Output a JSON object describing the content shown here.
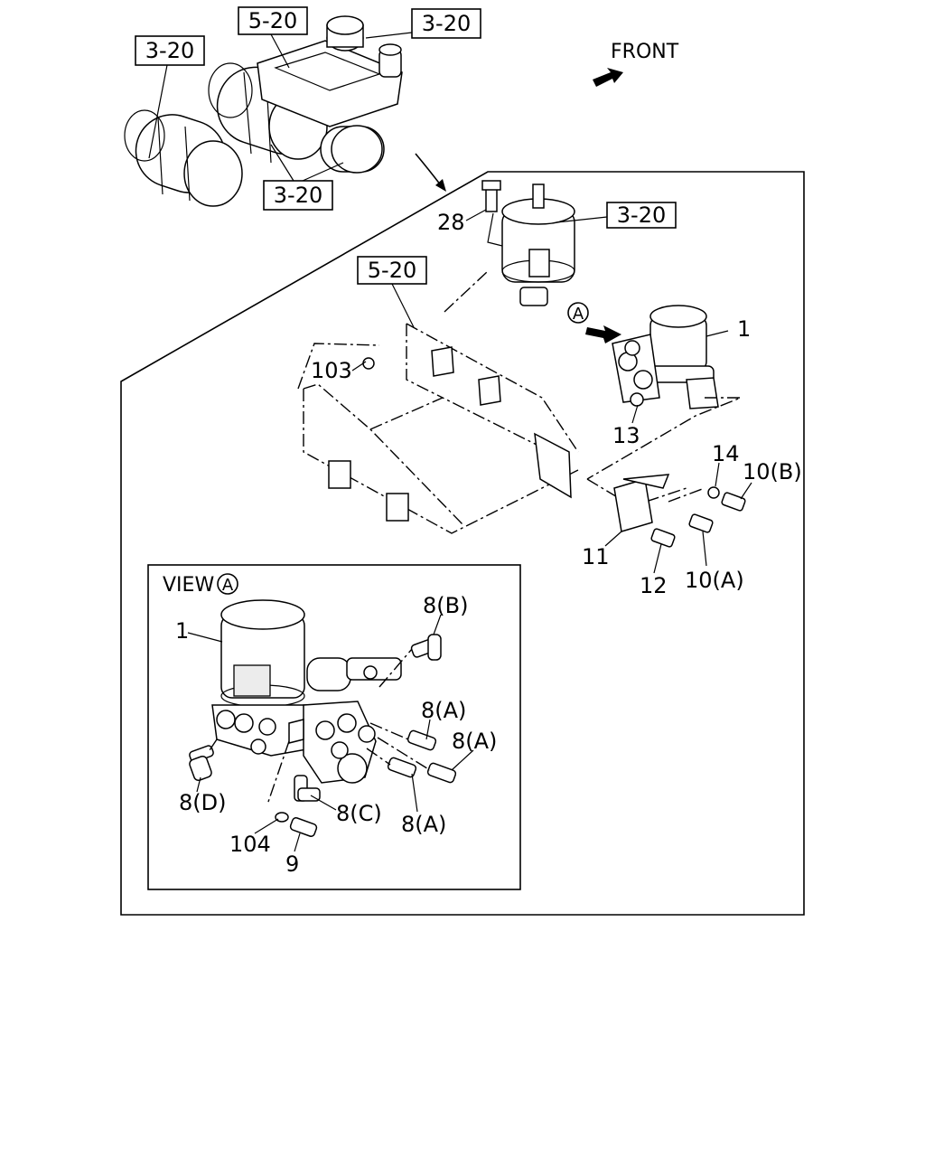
{
  "orientation": {
    "label": "FRONT"
  },
  "refs": {
    "r1": "3-20",
    "r2": "5-20",
    "r3": "3-20",
    "r4": "3-20",
    "r5": "3-20",
    "r6": "5-20"
  },
  "callouts": {
    "c28": "28",
    "c103": "103",
    "c1": "1",
    "c13": "13",
    "c14": "14",
    "c10b": "10(B)",
    "c11": "11",
    "c12": "12",
    "c10a": "10(A)",
    "viewA_marker": "A"
  },
  "view_box": {
    "title": "VIEW",
    "marker": "A",
    "callouts": {
      "v1": "1",
      "v8b": "8(B)",
      "v8a1": "8(A)",
      "v8a2": "8(A)",
      "v8a3": "8(A)",
      "v8d": "8(D)",
      "v8c": "8(C)",
      "v104": "104",
      "v9": "9"
    }
  }
}
